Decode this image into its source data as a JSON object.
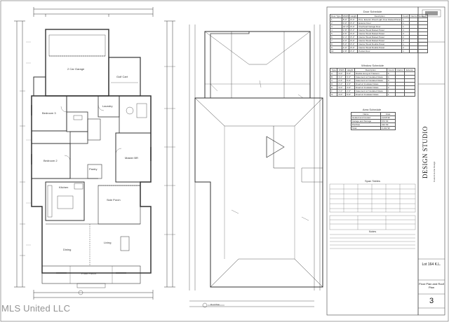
{
  "floor_plan": {
    "rooms": [
      {
        "key": "garage",
        "label": "2 Car Garage"
      },
      {
        "key": "golf",
        "label": "Golf Cart"
      },
      {
        "key": "bed3",
        "label": "Bedroom 3"
      },
      {
        "key": "bed2",
        "label": "Bedroom 2"
      },
      {
        "key": "master",
        "label": "Master BR"
      },
      {
        "key": "laundry",
        "label": "Laundry"
      },
      {
        "key": "kitchen",
        "label": "Kitchen"
      },
      {
        "key": "sideporch",
        "label": "Side Porch"
      },
      {
        "key": "dining",
        "label": "Dining"
      },
      {
        "key": "living",
        "label": "Living"
      },
      {
        "key": "frontporch",
        "label": "Front Porch"
      },
      {
        "key": "pantry",
        "label": "Pantry"
      }
    ]
  },
  "door_schedule": {
    "title": "Door Schedule",
    "headers": [
      "Door Type",
      "Width",
      "Height",
      "Description",
      "Count",
      "Interior",
      "Exterior"
    ],
    "rows": [
      [
        "1",
        "8'-0\"",
        "8'-0\"",
        "Prov. Exterior Wood Light Over Raised Panel",
        "1",
        "",
        ""
      ],
      [
        "2",
        "3'-0\"",
        "8'-0\"",
        "Exterior Door",
        "1",
        "",
        ""
      ],
      [
        "3",
        "16'-0\"",
        "8'-0\"",
        "Overhead Garage Door",
        "1",
        "",
        ""
      ],
      [
        "4",
        "2'-8\"",
        "8'-0\"",
        "Interior Wood Raised Panel",
        "4",
        "",
        ""
      ],
      [
        "5",
        "2'-6\"",
        "8'-0\"",
        "Interior Wood Raised Panel",
        "3",
        "",
        ""
      ],
      [
        "6",
        "2'-4\"",
        "8'-0\"",
        "Interior Wood Raised Panel",
        "2",
        "",
        ""
      ],
      [
        "7",
        "2'-0\"",
        "8'-0\"",
        "Interior Wood Raised Panel",
        "2",
        "",
        ""
      ],
      [
        "8",
        "5'-0\"",
        "8'-0\"",
        "Interior Wood Double Panel",
        "1",
        "",
        ""
      ],
      [
        "9",
        "4'-0\"",
        "8'-0\"",
        "Interior Wood Double Panel",
        "2",
        "",
        ""
      ],
      [
        "10",
        "2'-8\"",
        "8'-0\"",
        "Pocket Door",
        "1",
        "",
        ""
      ]
    ]
  },
  "window_schedule": {
    "title": "Window Schedule",
    "headers": [
      "Type",
      "Width",
      "Height",
      "Description",
      "Count",
      "Interior",
      "Exterior"
    ],
    "rows": [
      [
        "A",
        "3'-0\"",
        "5'-0\"",
        "Double Hung w/ Transom",
        "6",
        "",
        ""
      ],
      [
        "B",
        "3'-0\"",
        "6'-0\"",
        "Casement w/ Insulated Glass",
        "4",
        "",
        ""
      ],
      [
        "C",
        "2'-6\"",
        "5'-0\"",
        "Casement w/ Insulated Glass",
        "3",
        "",
        ""
      ],
      [
        "D",
        "2'-0\"",
        "4'-0\"",
        "Fixed w/ Insulated Glass",
        "2",
        "",
        ""
      ],
      [
        "E",
        "3'-0\"",
        "3'-0\"",
        "Fixed w/ Insulated Glass",
        "2",
        "",
        ""
      ],
      [
        "F",
        "2'-0\"",
        "2'-0\"",
        "Casement w/ Insulated Glass",
        "1",
        "",
        ""
      ],
      [
        "G",
        "4'-0\"",
        "5'-0\"",
        "Fixed w/ Insulated Glass",
        "1",
        "",
        ""
      ]
    ]
  },
  "area_schedule": {
    "title": "Area Schedule",
    "headers": [
      "Name",
      "Area"
    ],
    "rows": [
      [
        "Heated and Cooled",
        "2,018 SF"
      ],
      [
        "Garage and Storage",
        "672 SF"
      ],
      [
        "Porches",
        "412 SF"
      ],
      [
        "Total",
        "3,102 SF"
      ]
    ]
  },
  "joist_tables": {
    "title": "Span Tables"
  },
  "notes": {
    "title": "Notes"
  },
  "title_block": {
    "brand": "DESIGN STUDIO",
    "brand_sub": "Custom Home Design",
    "lot": "Lot 164 K.L.",
    "sheet_title": "Floor Plan and Roof Plan",
    "sheet_number": "3"
  },
  "roof_plan": {
    "label": "Roof Plan"
  },
  "watermark": "MLS United LLC"
}
